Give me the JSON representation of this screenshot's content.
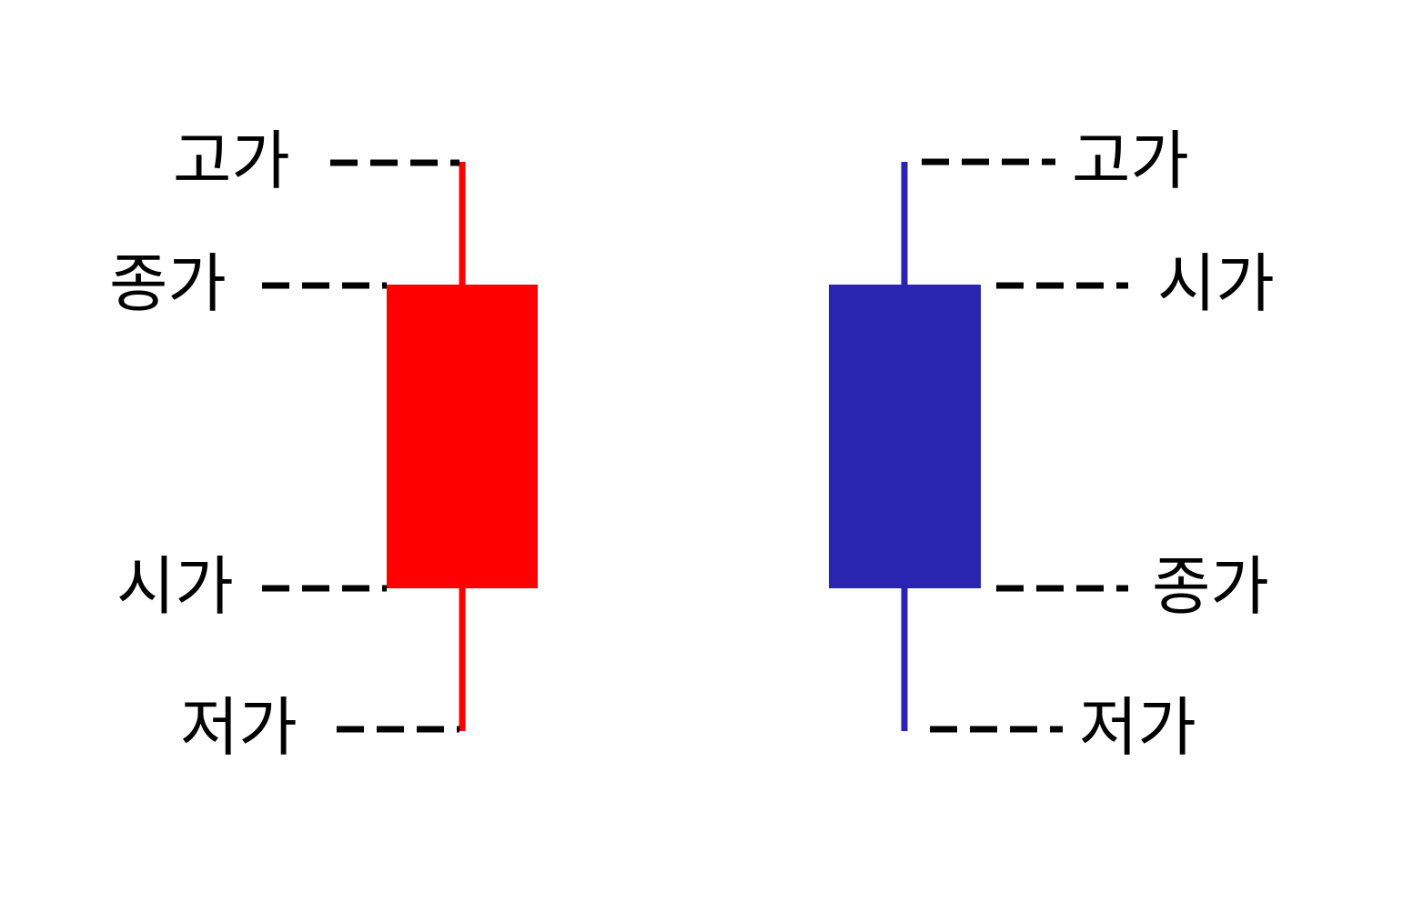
{
  "colors": {
    "bullish": "#ff0000",
    "bearish": "#2a25b0",
    "text": "#000000",
    "background": "#ffffff"
  },
  "candles": [
    {
      "id": "bullish",
      "labels": {
        "high": "고가",
        "close": "종가",
        "open": "시가",
        "low": "저가"
      }
    },
    {
      "id": "bearish",
      "labels": {
        "high": "고가",
        "open": "시가",
        "close": "종가",
        "low": "저가"
      }
    }
  ]
}
